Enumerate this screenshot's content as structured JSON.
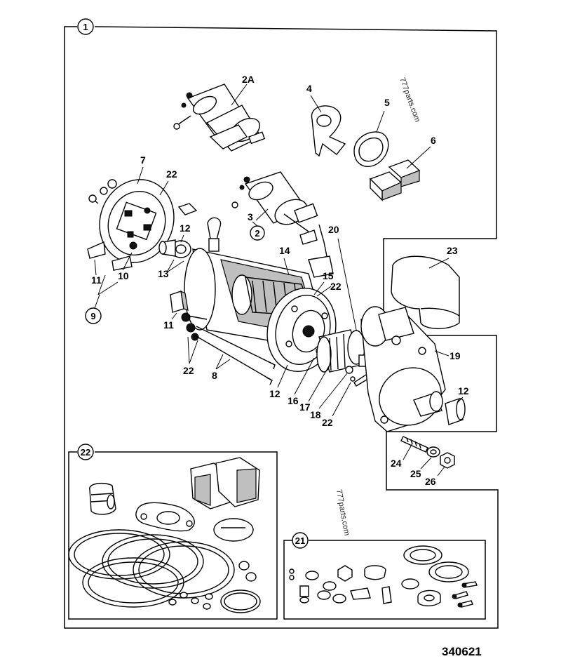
{
  "figure_number": "340621",
  "watermarks": [
    "777parts.com",
    "777parts.com"
  ],
  "callouts": {
    "main_group": "1",
    "solenoid_group": "2",
    "brush_group": "9",
    "kit_a": "22",
    "kit_b": "21"
  },
  "labels": {
    "solenoid_2a": "2A",
    "gasket": "4",
    "seal_ring": "5",
    "brush_pair": "6",
    "end_cover": "7",
    "brush_holder_22": "22",
    "solenoid_3": "3",
    "bush_12a": "12",
    "link_20": "20",
    "cover_23": "23",
    "plug_13": "13",
    "spring_10": "10",
    "screw_11a": "11",
    "field_14": "14",
    "bearing_15": "15",
    "washer_22a": "22",
    "brush_11b": "11",
    "washer_22b": "22",
    "bolt_8": "8",
    "bush_12b": "12",
    "drive_16": "16",
    "pinion_17": "17",
    "circlip_18": "18",
    "nut_22c": "22",
    "housing_19": "19",
    "bush_12c": "12",
    "stud_24": "24",
    "washer_25": "25",
    "nut_26": "26"
  }
}
